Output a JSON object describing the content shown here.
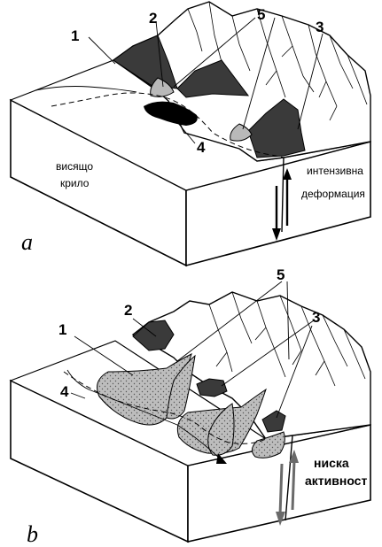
{
  "panel_a": {
    "letter": "a",
    "numbers": {
      "n1": "1",
      "n2": "2",
      "n3": "3",
      "n4": "4",
      "n5": "5"
    },
    "hanging_wall_line1": "висящо",
    "hanging_wall_line2": "крило",
    "activity_line1": "интензивна",
    "activity_line2": "деформация"
  },
  "panel_b": {
    "letter": "b",
    "numbers": {
      "n1": "1",
      "n2": "2",
      "n3": "3",
      "n4": "4",
      "n5": "5"
    },
    "activity_line1": "ниска",
    "activity_line2": "активност"
  },
  "colors": {
    "outline": "#000000",
    "dark_fill": "#3a3a3a",
    "fan_fill": "#b9b9b9",
    "block_side": "#ffffff",
    "slope_face": "#ffffff"
  }
}
